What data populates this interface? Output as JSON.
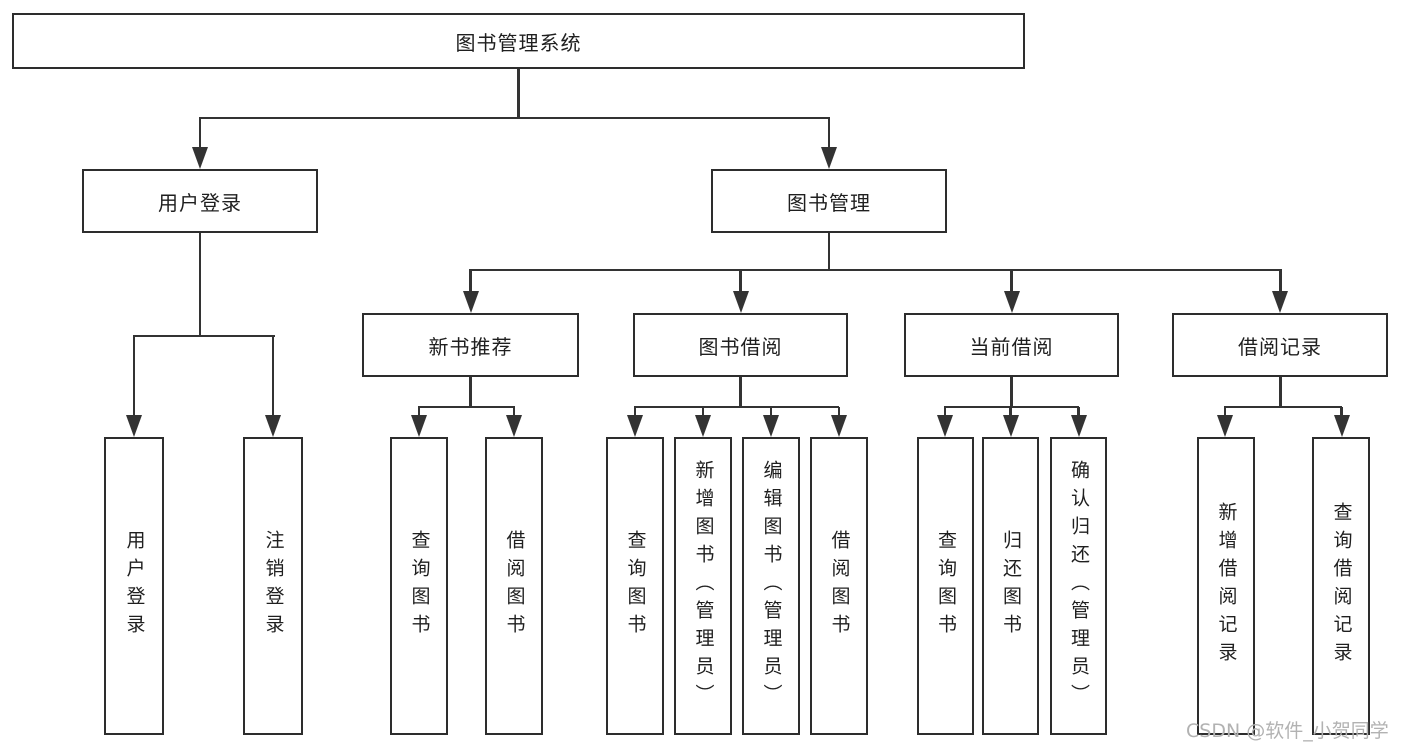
{
  "colors": {
    "line": "#333333",
    "box_border": "#2d2d2d",
    "text": "#1f1f1f",
    "watermark": "#b2b2b2",
    "background": "#ffffff"
  },
  "watermark": "CSDN @软件_小贺同学",
  "nodes": {
    "root": {
      "label": "图书管理系统"
    },
    "user_login": {
      "label": "用户登录"
    },
    "book_mgmt": {
      "label": "图书管理"
    },
    "new_book_rec": {
      "label": "新书推荐"
    },
    "book_borrow": {
      "label": "图书借阅"
    },
    "current_borrow": {
      "label": "当前借阅"
    },
    "borrow_records": {
      "label": "借阅记录"
    },
    "leaves": {
      "user_login": {
        "label": "用户登录"
      },
      "logout": {
        "label": "注销登录"
      },
      "query_book_rec": {
        "label": "查询图书"
      },
      "borrow_book_rec": {
        "label": "借阅图书"
      },
      "query_book_borrow": {
        "label": "查询图书"
      },
      "add_book": {
        "label": "新增图书（管理员）"
      },
      "edit_book": {
        "label": "编辑图书（管理员）"
      },
      "borrow_book_borrow": {
        "label": "借阅图书"
      },
      "query_book_current": {
        "label": "查询图书"
      },
      "return_book": {
        "label": "归还图书"
      },
      "confirm_return": {
        "label": "确认归还（管理员）"
      },
      "add_borrow_record": {
        "label": "新增借阅记录"
      },
      "query_borrow_record": {
        "label": "查询借阅记录"
      }
    }
  },
  "edges": [
    {
      "from": "图书管理系统",
      "to": [
        "用户登录",
        "图书管理"
      ]
    },
    {
      "from": "用户登录",
      "to": [
        "用户登录",
        "注销登录"
      ]
    },
    {
      "from": "图书管理",
      "to": [
        "新书推荐",
        "图书借阅",
        "当前借阅",
        "借阅记录"
      ]
    },
    {
      "from": "新书推荐",
      "to": [
        "查询图书",
        "借阅图书"
      ]
    },
    {
      "from": "图书借阅",
      "to": [
        "查询图书",
        "新增图书（管理员）",
        "编辑图书（管理员）",
        "借阅图书"
      ]
    },
    {
      "from": "当前借阅",
      "to": [
        "查询图书",
        "归还图书",
        "确认归还（管理员）"
      ]
    },
    {
      "from": "借阅记录",
      "to": [
        "新增借阅记录",
        "查询借阅记录"
      ]
    }
  ]
}
